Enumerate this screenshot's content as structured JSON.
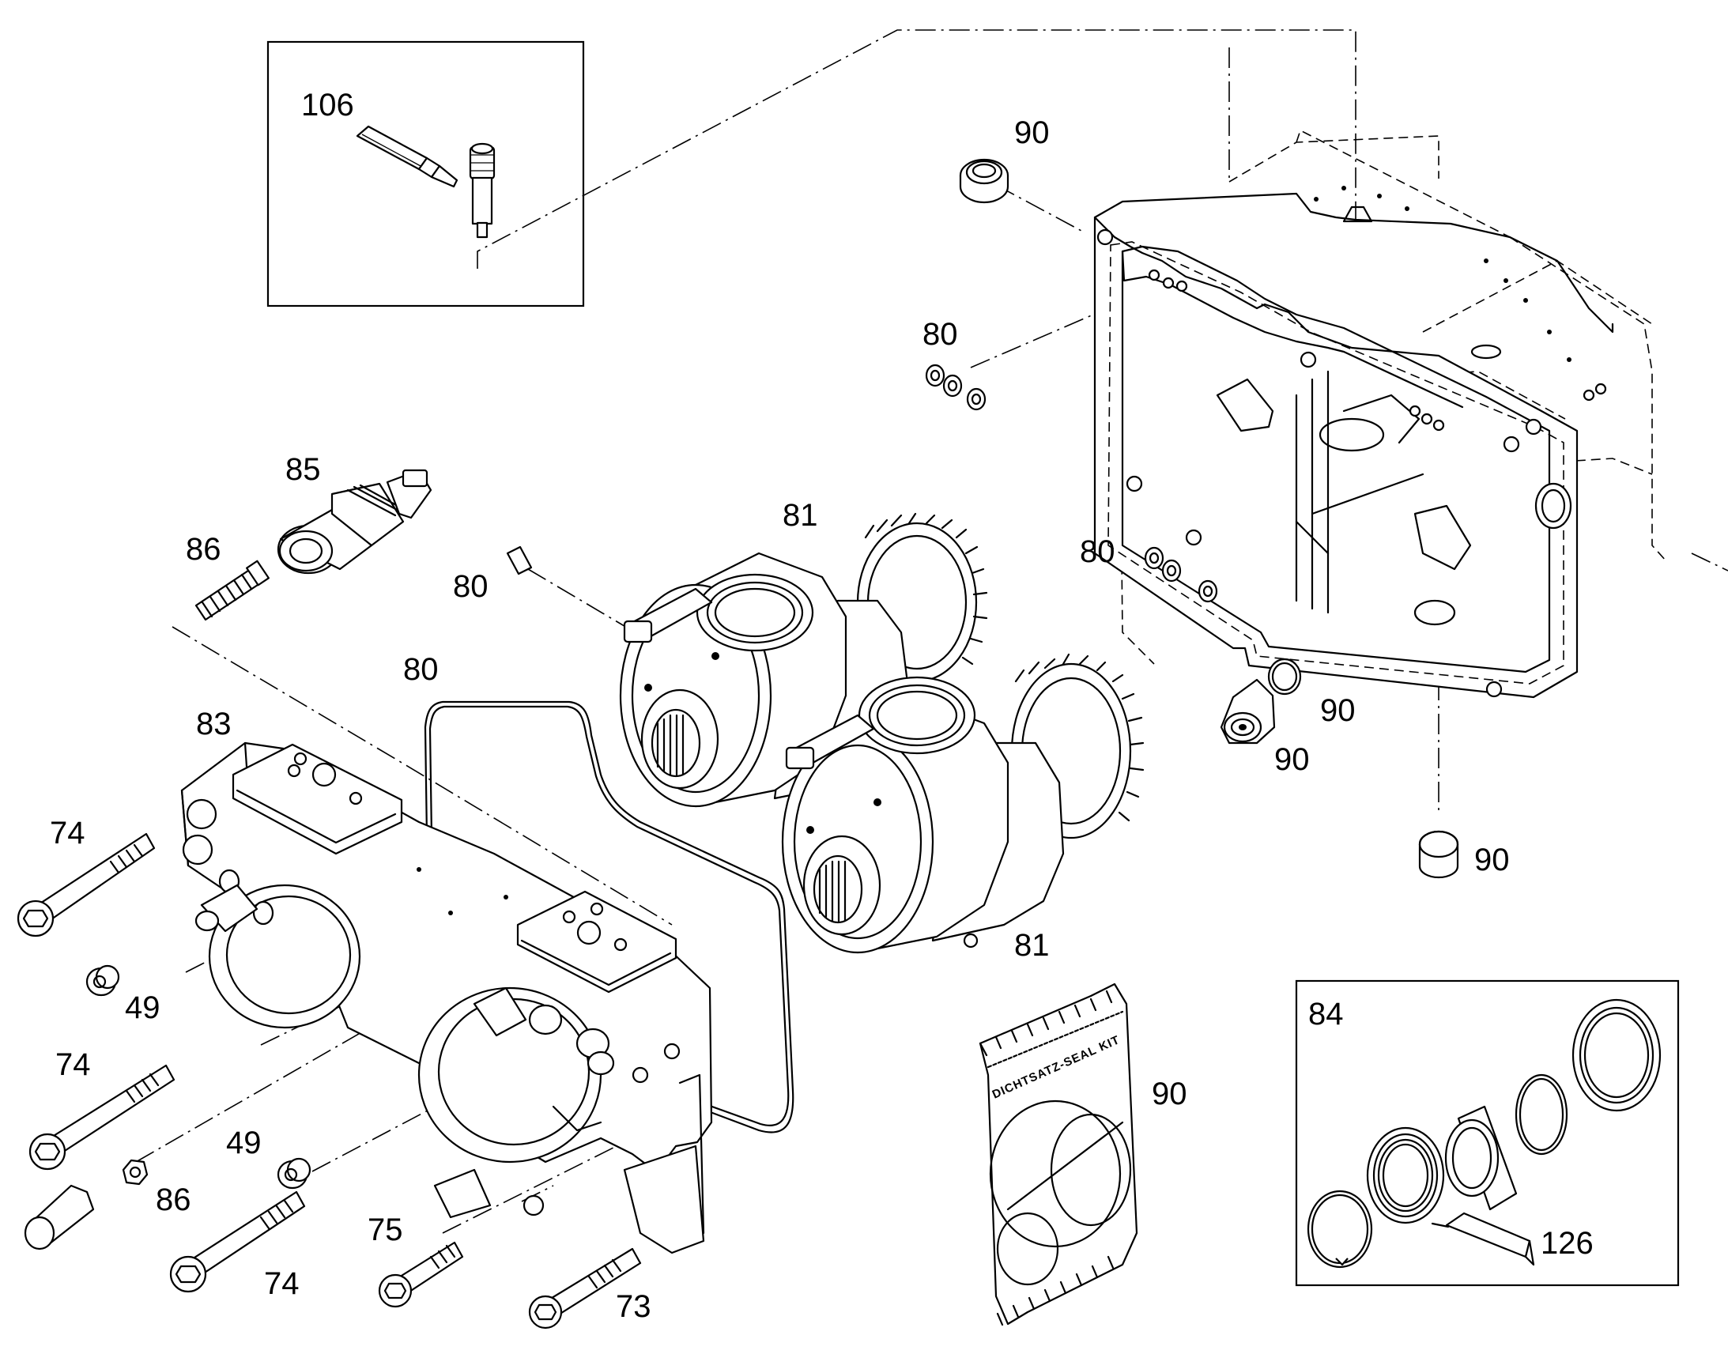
{
  "diagram": {
    "callouts": {
      "c106": "106",
      "c90_top": "90",
      "c80_top": "80",
      "c85": "85",
      "c86_top": "86",
      "c81_top": "81",
      "c80_pin": "80",
      "c80_right": "80",
      "c80_gasket": "80",
      "c83": "83",
      "c74_a": "74",
      "c90_ring": "90",
      "c90_plug": "90",
      "c90_bottom": "90",
      "c49_a": "49",
      "c81_bottom": "81",
      "c74_b": "74",
      "c90_kit": "90",
      "c84": "84",
      "c49_b": "49",
      "c86_bottom": "86",
      "c75": "75",
      "c74_c": "74",
      "c73": "73",
      "c126": "126"
    },
    "seal_kit_label": "DICHTSATZ-SEAL KIT"
  }
}
